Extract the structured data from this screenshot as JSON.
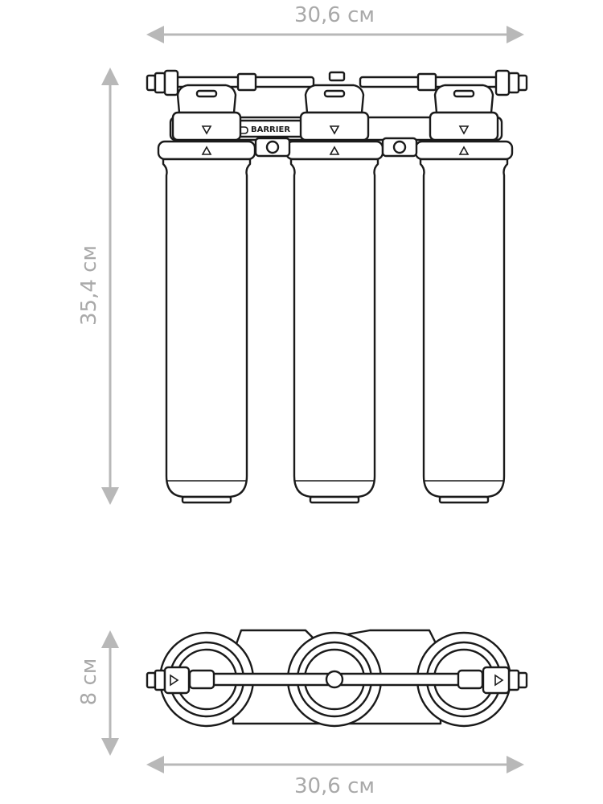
{
  "dimensions": {
    "top_width": "30,6 см",
    "height": "35,4 см",
    "depth": "8 см",
    "bottom_width": "30,6 см"
  },
  "brand": {
    "name": "BARRIER"
  },
  "colors": {
    "dimension": "#b0b0b0",
    "outline": "#1a1a1a",
    "background": "#ffffff"
  },
  "icons": {
    "flow_marker": "triangle-icon",
    "brand_logo": "barrier-logo-icon"
  }
}
